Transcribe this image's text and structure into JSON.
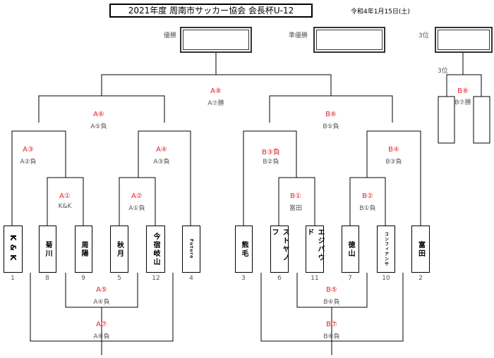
{
  "header": {
    "title": "2021年度 周南市サッカー協会 会長杯U-12",
    "date": "令和4年1月15日(土)"
  },
  "results": {
    "winner_label": "優勝",
    "runner_up_label": "準優勝",
    "third_label": "3位"
  },
  "third_place": {
    "label": "3位",
    "match_label": "B⑧",
    "match_result": "B⑦勝"
  },
  "teams": [
    {
      "name": "K&K",
      "seed": "1"
    },
    {
      "name": "菊川",
      "seed": "8"
    },
    {
      "name": "周陽",
      "seed": "9"
    },
    {
      "name": "秋月",
      "seed": "5"
    },
    {
      "name": "今宿岐山",
      "seed": "12"
    },
    {
      "name": "Futuro",
      "seed": "4"
    },
    {
      "name": "熊毛",
      "seed": "3"
    },
    {
      "name": "ストヤノフ",
      "seed": "6"
    },
    {
      "name": "エジバウド",
      "seed": "11"
    },
    {
      "name": "徳山",
      "seed": "7"
    },
    {
      "name": "コンフィアンサ",
      "seed": "10"
    },
    {
      "name": "富田",
      "seed": "2"
    }
  ],
  "matches": {
    "A1": {
      "label": "A①",
      "result": "K&K"
    },
    "A2": {
      "label": "A②",
      "result": "A①負"
    },
    "A3": {
      "label": "A③",
      "result": "A②負"
    },
    "A4": {
      "label": "A④",
      "result": "A③負"
    },
    "A5": {
      "label": "A⑤",
      "result": "A④負"
    },
    "A6": {
      "label": "A⑥",
      "result": "A⑤負"
    },
    "A7": {
      "label": "A⑦",
      "result": "A⑥負"
    },
    "A8": {
      "label": "A⑧",
      "result": "A⑦勝"
    },
    "B1": {
      "label": "B①",
      "result": "富田"
    },
    "B2": {
      "label": "B②",
      "result": "B①負"
    },
    "B3": {
      "label": "B③負",
      "result": "B②負"
    },
    "B4": {
      "label": "B④",
      "result": "B③負"
    },
    "B5": {
      "label": "B⑤",
      "result": "B④負"
    },
    "B6": {
      "label": "B⑥",
      "result": "B⑤負"
    },
    "B7": {
      "label": "B⑦",
      "result": "B⑥負"
    }
  }
}
